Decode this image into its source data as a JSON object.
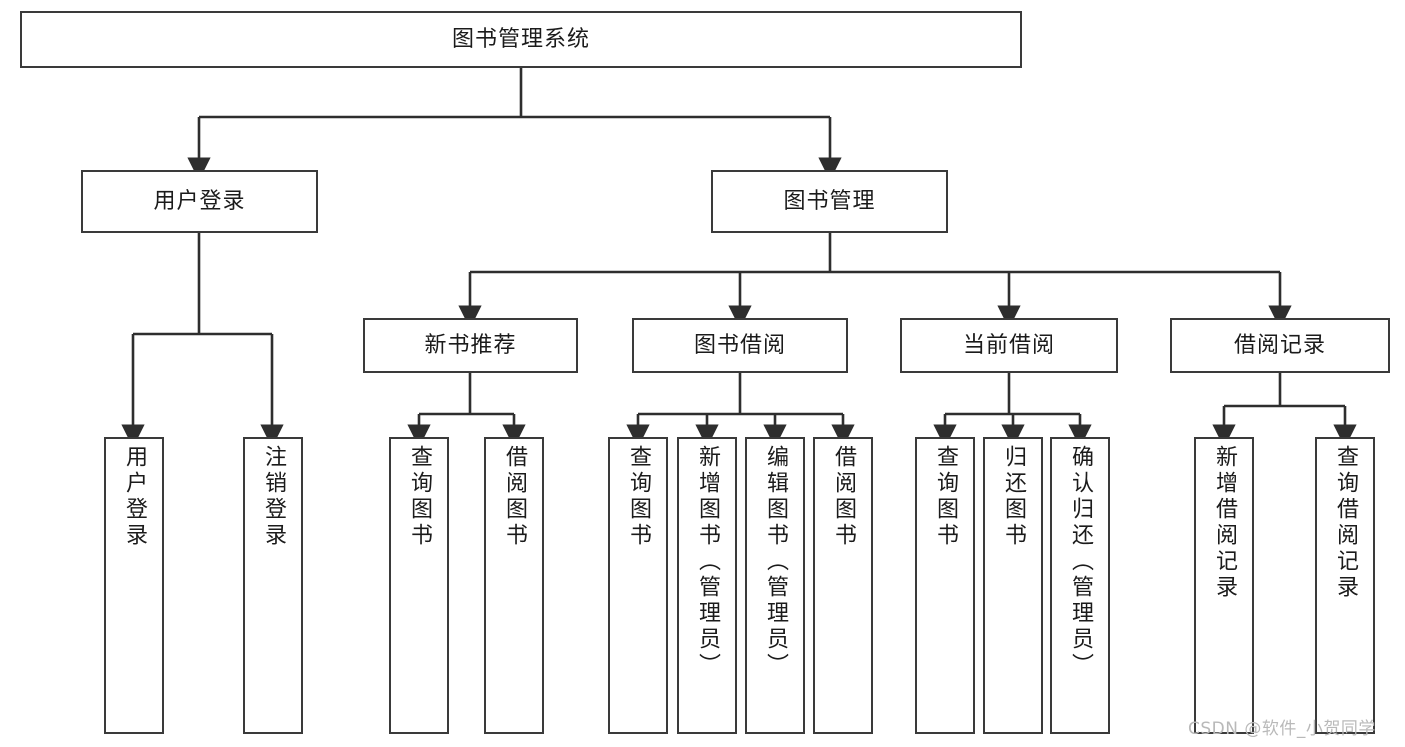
{
  "diagram": {
    "title": "图书管理系统",
    "type": "tree-hierarchy-chart",
    "root": {
      "label": "图书管理系统"
    },
    "level1": [
      {
        "label": "用户登录"
      },
      {
        "label": "图书管理"
      }
    ],
    "level2": [
      {
        "label": "新书推荐"
      },
      {
        "label": "图书借阅"
      },
      {
        "label": "当前借阅"
      },
      {
        "label": "借阅记录"
      }
    ],
    "leaves": [
      {
        "label": "用户登录"
      },
      {
        "label": "注销登录"
      },
      {
        "label": "查询图书"
      },
      {
        "label": "借阅图书"
      },
      {
        "label": "查询图书"
      },
      {
        "label": "新增图书（管理员）"
      },
      {
        "label": "编辑图书（管理员）"
      },
      {
        "label": "借阅图书"
      },
      {
        "label": "查询图书"
      },
      {
        "label": "归还图书"
      },
      {
        "label": "确认归还（管理员）"
      },
      {
        "label": "新增借阅记录"
      },
      {
        "label": "查询借阅记录"
      }
    ],
    "watermark": "CSDN @软件_小贺同学",
    "colors": {
      "stroke": "#3a3a3a",
      "background": "#ffffff",
      "text": "#1b1b1b",
      "watermark": "#b9b9b9"
    }
  }
}
